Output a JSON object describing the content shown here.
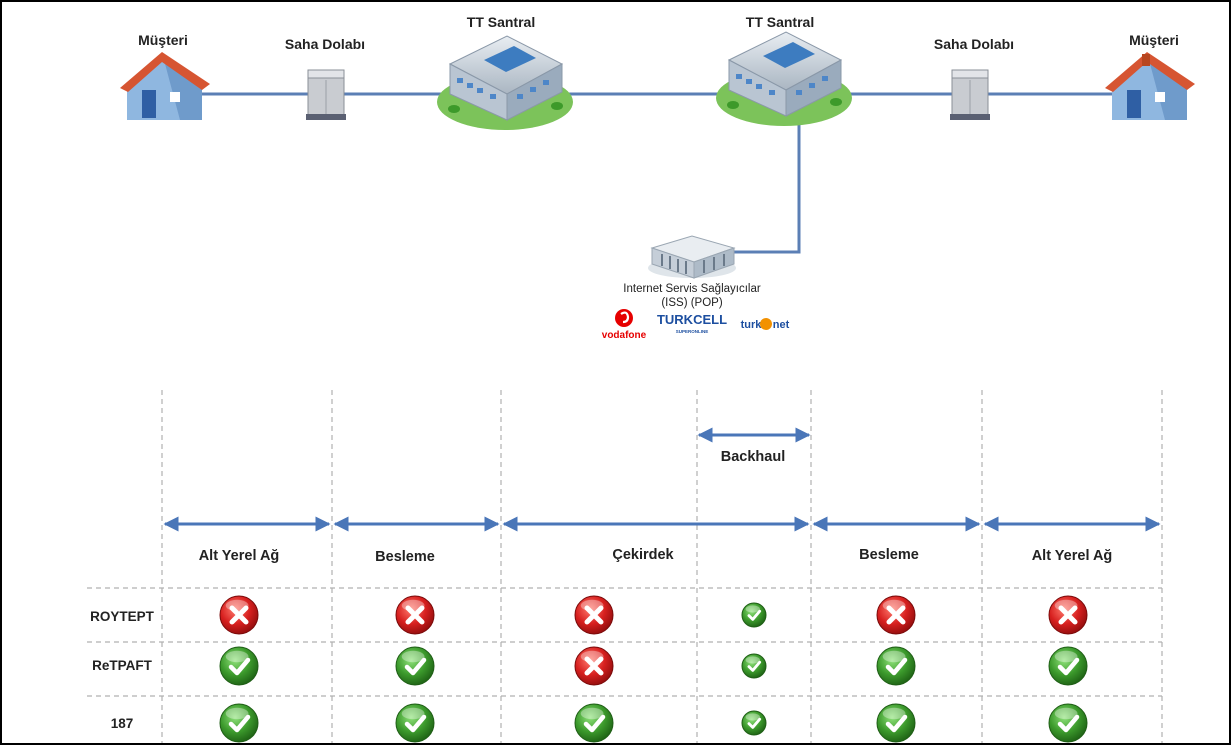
{
  "top": {
    "nodes": {
      "customer_left": "Müşteri",
      "cabinet_left": "Saha Dolabı",
      "exchange_left": "TT Santral",
      "exchange_right": "TT Santral",
      "cabinet_right": "Saha Dolabı",
      "customer_right": "Müşteri"
    },
    "isp": {
      "line1": "Internet Servis Sağlayıcılar",
      "line2": "(ISS) (POP)",
      "logos": [
        "vodafone",
        "TURKCELL",
        "SUPERONLINE",
        "turk",
        "net"
      ]
    }
  },
  "segments": {
    "backhaul": "Backhaul",
    "columns": [
      "Alt Yerel Ağ",
      "Besleme",
      "Çekirdek",
      "Besleme",
      "Alt Yerel Ağ"
    ]
  },
  "matrix": {
    "rows": [
      {
        "label": "ROYTEPT",
        "cells": [
          "no",
          "no",
          "no",
          "yes",
          "no",
          "no"
        ]
      },
      {
        "label": "ReTPAFT",
        "cells": [
          "yes",
          "yes",
          "no",
          "yes",
          "yes",
          "yes"
        ]
      },
      {
        "label": "187",
        "cells": [
          "yes",
          "yes",
          "yes",
          "yes",
          "yes",
          "yes"
        ]
      }
    ]
  },
  "colors": {
    "link": "#5b7fb5",
    "arrow": "#4a76b8",
    "no": "#d7201f",
    "yes": "#3c9a2c"
  }
}
